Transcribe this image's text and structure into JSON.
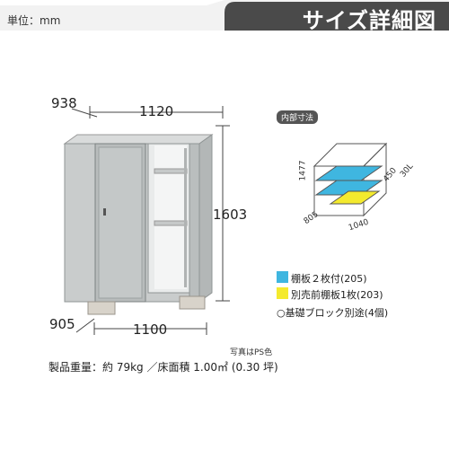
{
  "header": {
    "unit": "単位：mm",
    "title": "サイズ詳細図"
  },
  "dims": {
    "depth_top": "938",
    "width_top": "1120",
    "height": "1603",
    "depth_bottom": "905",
    "width_bottom": "1100"
  },
  "interior": {
    "label": "内部寸法",
    "height": "1477",
    "depth": "805",
    "width": "1040",
    "shelf_depth": "450",
    "shelf_depth2": "30L"
  },
  "legend": {
    "shelf": "棚板２枚付(205)",
    "extra_shelf": "別売前棚板1枚(203)",
    "block": "○基礎ブロック別途(4個)"
  },
  "colors": {
    "shelf": "#3fb6e0",
    "extra_shelf": "#f4ea2e",
    "header": "#4a4a4a"
  },
  "photo_note": "写真はPS色",
  "spec": "製品重量：約 79kg ／床面積 1.00㎡ (0.30 坪)"
}
